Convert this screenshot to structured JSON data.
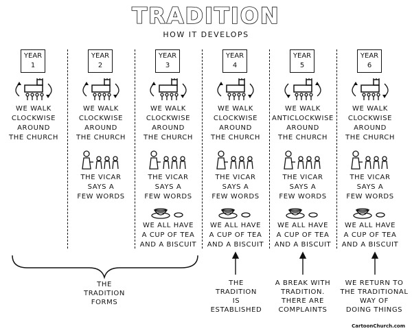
{
  "title": "TRADITION",
  "subtitle": "HOW IT DEVELOPS",
  "columns": [
    {
      "year": "YEAR\n1",
      "walk": "WE WALK\nCLOCKWISE\nAROUND\nTHE CHURCH",
      "vicar": "",
      "tea": ""
    },
    {
      "year": "YEAR\n2",
      "walk": "WE WALK\nCLOCKWISE\nAROUND\nTHE CHURCH",
      "vicar": "THE VICAR\nSAYS A\nFEW WORDS",
      "tea": ""
    },
    {
      "year": "YEAR\n3",
      "walk": "WE WALK\nCLOCKWISE\nAROUND\nTHE CHURCH",
      "vicar": "THE VICAR\nSAYS A\nFEW WORDS",
      "tea": "WE ALL HAVE\nA CUP OF TEA\nAND A BISCUIT"
    },
    {
      "year": "YEAR\n4",
      "walk": "WE WALK\nCLOCKWISE\nAROUND\nTHE CHURCH",
      "vicar": "THE VICAR\nSAYS A\nFEW WORDS",
      "tea": "WE ALL HAVE\nA CUP OF TEA\nAND A BISCUIT"
    },
    {
      "year": "YEAR\n5",
      "walk": "WE WALK\nANTICLOCKWISE\nAROUND\nTHE CHURCH",
      "vicar": "THE VICAR\nSAYS A\nFEW WORDS",
      "tea": "WE ALL HAVE\nA CUP OF TEA\nAND A BISCUIT"
    },
    {
      "year": "YEAR\n6",
      "walk": "WE WALK\nCLOCKWISE\nAROUND\nTHE CHURCH",
      "vicar": "THE VICAR\nSAYS A\nFEW WORDS",
      "tea": "WE ALL HAVE\nA CUP OF TEA\nAND A BISCUIT"
    }
  ],
  "notes": {
    "forms": "THE\nTRADITION\nFORMS",
    "established": "THE\nTRADITION\nIS\nESTABLISHED",
    "break": "A BREAK WITH\nTRADITION.\nTHERE ARE\nCOMPLAINTS",
    "return": "WE RETURN TO\nTHE TRADITIONAL\nWAY OF\nDOING THINGS"
  },
  "credit": "CartoonChurch.com",
  "icons": {
    "walk": "church-procession-icon",
    "vicar": "vicar-and-congregation-icon",
    "tea": "teacup-and-biscuit-icon"
  }
}
